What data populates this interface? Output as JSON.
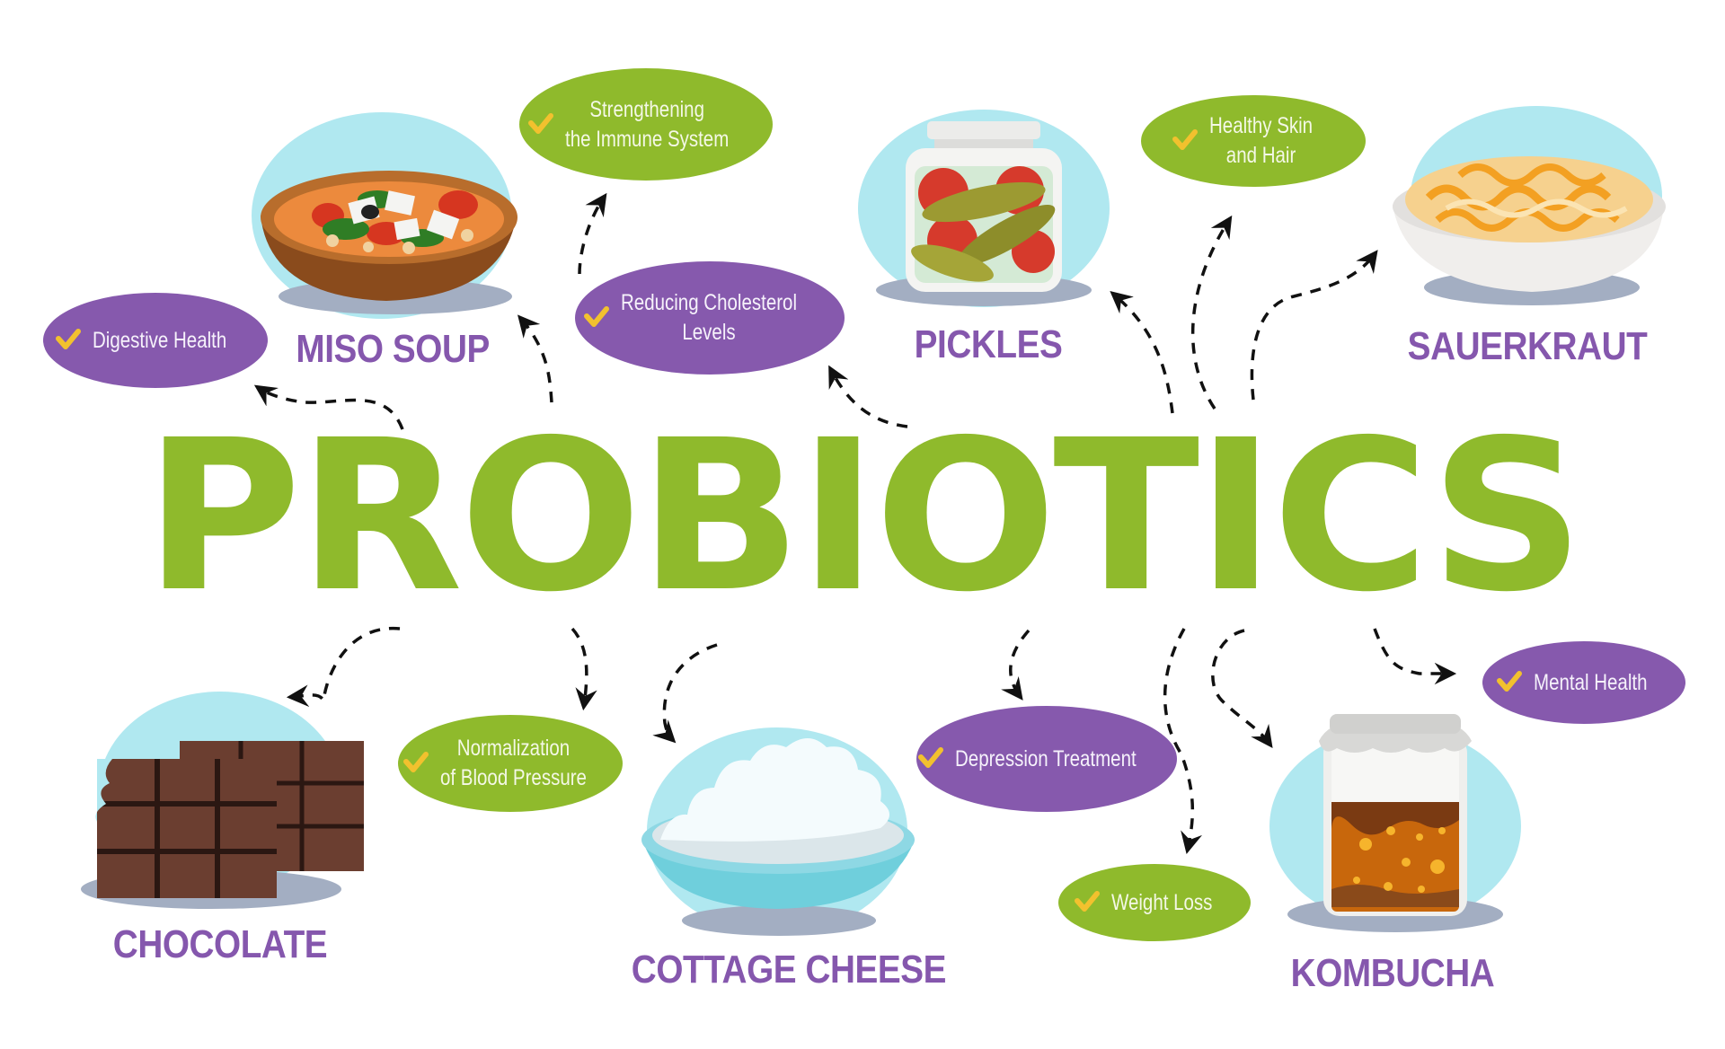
{
  "title": "PROBIOTICS",
  "colors": {
    "title_green": "#8fba2c",
    "label_purple": "#8557ad",
    "bubble_green": "#8fba2c",
    "bubble_purple": "#8659ad",
    "check_yellow": "#f2c12e",
    "backdrop_blue": "#b0e8f0",
    "shadow_gray": "#a3aec2",
    "arrow_black": "#111111"
  },
  "foods": [
    {
      "id": "miso-soup",
      "label": "MISO SOUP"
    },
    {
      "id": "pickles",
      "label": "PICKLES"
    },
    {
      "id": "sauerkraut",
      "label": "SAUERKRAUT"
    },
    {
      "id": "chocolate",
      "label": "CHOCOLATE"
    },
    {
      "id": "cottage-cheese",
      "label": "COTTAGE CHEESE"
    },
    {
      "id": "kombucha",
      "label": "KOMBUCHA"
    }
  ],
  "benefits": [
    {
      "id": "digestive-health",
      "line1": "Digestive Health",
      "line2": "",
      "color": "purple",
      "icon": "check-icon"
    },
    {
      "id": "immune-system",
      "line1": "Strengthening",
      "line2": "the Immune System",
      "color": "green",
      "icon": "check-icon"
    },
    {
      "id": "cholesterol",
      "line1": "Reducing Cholesterol",
      "line2": "Levels",
      "color": "purple",
      "icon": "check-icon"
    },
    {
      "id": "skin-hair",
      "line1": "Healthy Skin",
      "line2": "and Hair",
      "color": "green",
      "icon": "check-icon"
    },
    {
      "id": "mental-health",
      "line1": "Mental Health",
      "line2": "",
      "color": "purple",
      "icon": "check-icon"
    },
    {
      "id": "blood-pressure",
      "line1": "Normalization",
      "line2": "of Blood Pressure",
      "color": "green",
      "icon": "check-icon"
    },
    {
      "id": "depression",
      "line1": "Depression Treatment",
      "line2": "",
      "color": "purple",
      "icon": "check-icon"
    },
    {
      "id": "weight-loss",
      "line1": "Weight Loss",
      "line2": "",
      "color": "green",
      "icon": "check-icon"
    }
  ]
}
